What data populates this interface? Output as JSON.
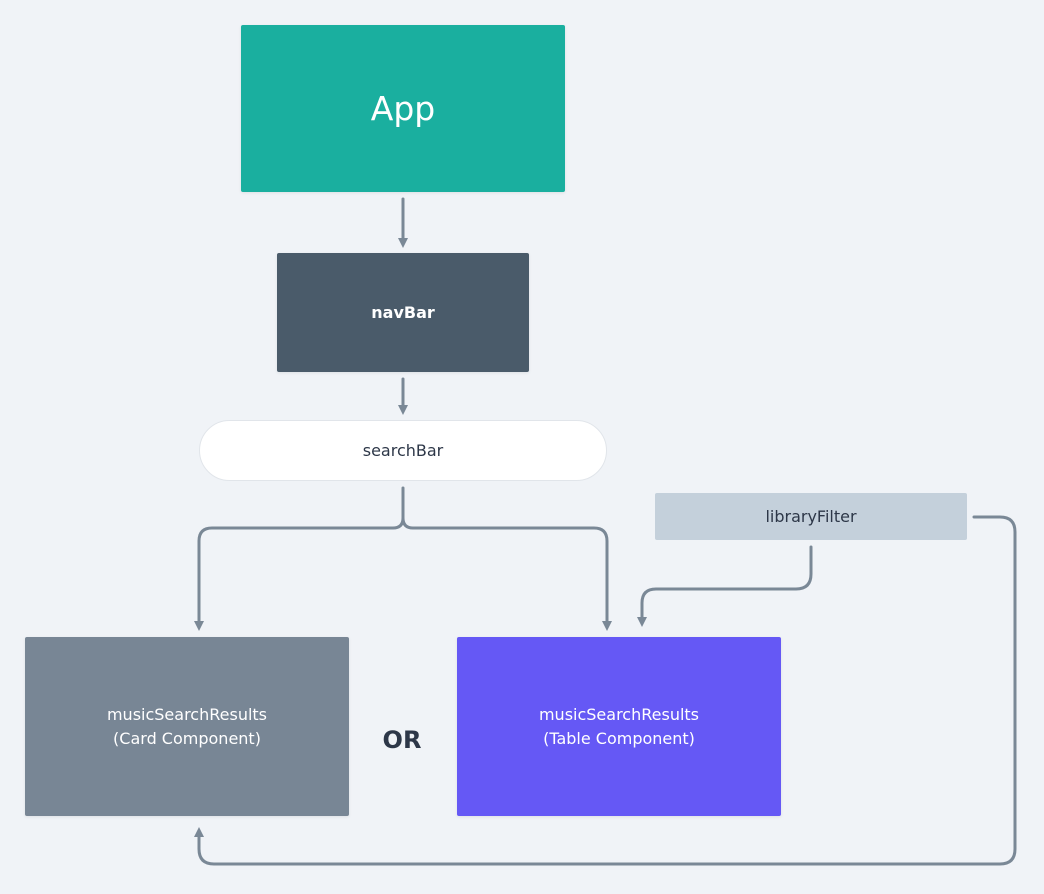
{
  "colors": {
    "background": "#f0f3f7",
    "edge": "#7a8896",
    "app": "#1aaf9f",
    "navbar": "#4a5b6a",
    "searchbar": "#ffffff",
    "libraryfilter": "#c4d0db",
    "card": "#788695",
    "table": "#6558f5"
  },
  "nodes": {
    "app": {
      "label": "App"
    },
    "navbar": {
      "label": "navBar"
    },
    "searchbar": {
      "label": "searchBar"
    },
    "libraryfilter": {
      "label": "libraryFilter"
    },
    "card": {
      "line1": "musicSearchResults",
      "line2": "(Card Component)"
    },
    "table": {
      "line1": "musicSearchResults",
      "line2": "(Table Component)"
    }
  },
  "separator": {
    "label": "OR"
  }
}
